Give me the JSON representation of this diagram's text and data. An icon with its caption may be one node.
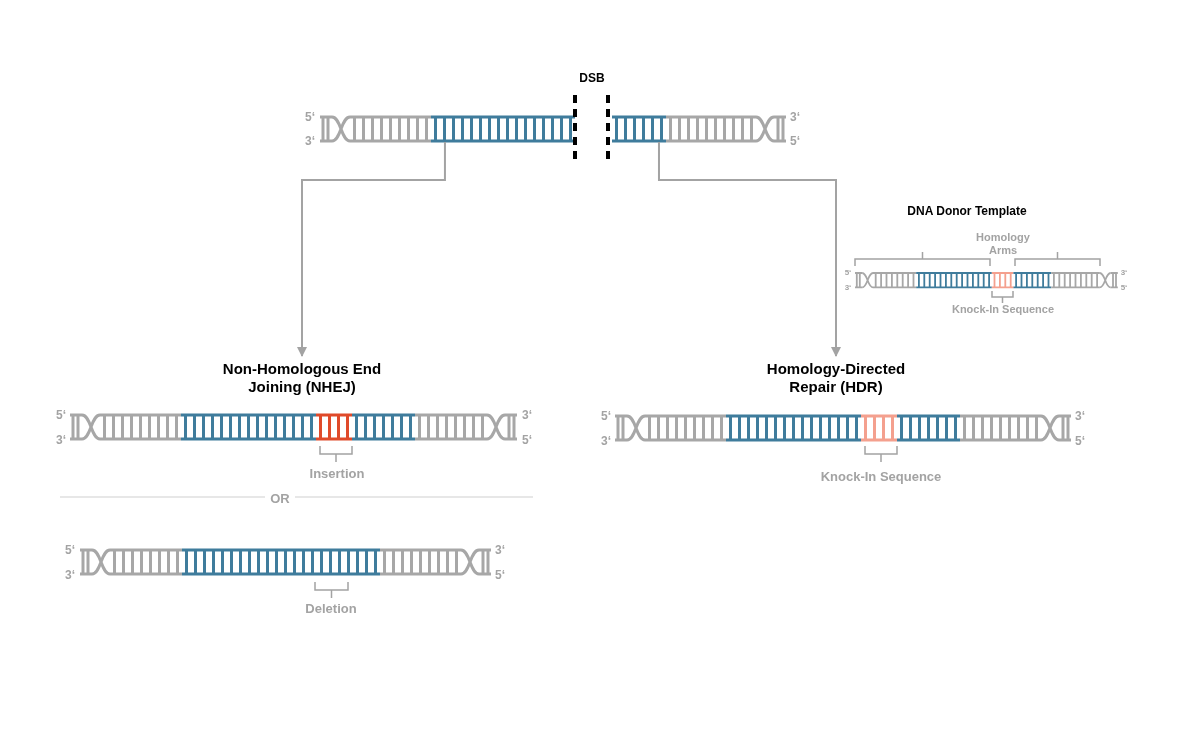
{
  "diagram": {
    "nodes": [
      {
        "text": [],
        "shape": "picture"
      },
      {
        "text": [],
        "shape": "picture"
      },
      {
        "text": [
          "Non-Homologous End Joining (NHEJ)"
        ]
      },
      {
        "text": [
          "Homology-Directed Repair (HDR)"
        ]
      }
    ],
    "edges": [
      {
        "from": 0,
        "to": 2,
        "arrow": "to"
      },
      {
        "from": 1,
        "to": 3,
        "arrow": "to"
      }
    ],
    "labels": [
      "DSB",
      "5‘",
      "3‘",
      "3‘",
      "5‘",
      "DNA Donor Template",
      "Homology Arms",
      "5‘",
      "3‘",
      "3‘",
      "5‘",
      "Knock-In Sequence",
      "5‘",
      "3‘",
      "3‘",
      "5‘",
      "Insertion",
      "OR",
      "5‘",
      "3‘",
      "3‘",
      "5‘",
      "Deletion",
      "5‘",
      "3‘",
      "3‘",
      "5‘",
      "Knock-In Sequence"
    ]
  }
}
